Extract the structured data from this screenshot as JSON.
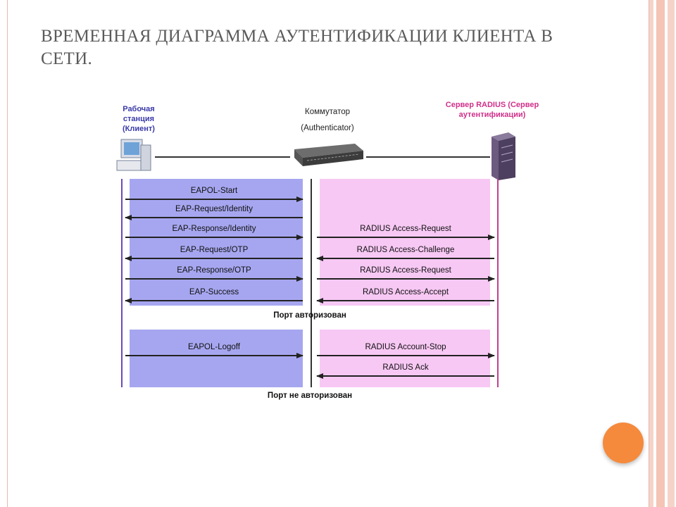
{
  "slide": {
    "title": "ВРЕМЕННАЯ ДИАГРАММА АУТЕНТИФИКАЦИИ КЛИЕНТА В СЕТИ."
  },
  "actors": {
    "client": "Рабочая станция (Клиент)",
    "switch_name": "Коммутатор",
    "switch_role": "(Authenticator)",
    "server": "Сервер RADIUS (Сервер аутентификации)"
  },
  "messages_left": [
    {
      "label": "EAPOL-Start",
      "direction": "right"
    },
    {
      "label": "EAP-Request/Identity",
      "direction": "left"
    },
    {
      "label": "EAP-Response/Identity",
      "direction": "right"
    },
    {
      "label": "EAP-Request/OTP",
      "direction": "left"
    },
    {
      "label": "EAP-Response/OTP",
      "direction": "right"
    },
    {
      "label": "EAP-Success",
      "direction": "left"
    }
  ],
  "messages_right": [
    {
      "label": "RADIUS Access-Request",
      "direction": "right"
    },
    {
      "label": "RADIUS Access-Challenge",
      "direction": "left"
    },
    {
      "label": "RADIUS Access-Request",
      "direction": "right"
    },
    {
      "label": "RADIUS Access-Accept",
      "direction": "left"
    }
  ],
  "status_authorized": "Порт авторизован",
  "logoff_left": {
    "label": "EAPOL-Logoff",
    "direction": "right"
  },
  "logoff_right": [
    {
      "label": "RADIUS Account-Stop",
      "direction": "right"
    },
    {
      "label": "RADIUS Ack",
      "direction": "left"
    }
  ],
  "status_unauthorized": "Порт не авторизован",
  "colors": {
    "accent_orange": "#f58a3c",
    "lane_blue": "#a6a6f0",
    "lane_pink": "#f7c8f4",
    "client_label": "#3a3aa8",
    "server_label": "#d0308a"
  }
}
